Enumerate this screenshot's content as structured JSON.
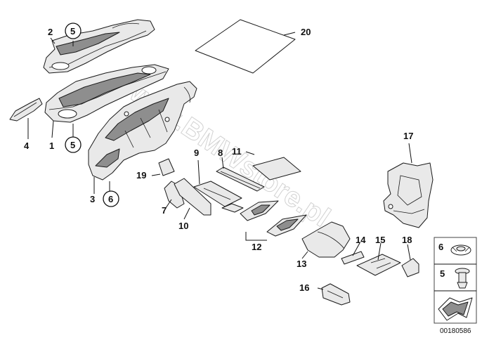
{
  "watermark": "www.BMWstore.pl",
  "reference_code": "00180586",
  "callouts": {
    "c1": "1",
    "c2": "2",
    "c3": "3",
    "c4": "4",
    "c5a": "5",
    "c5b": "5",
    "c6": "6",
    "c7": "7",
    "c8": "8",
    "c9": "9",
    "c10": "10",
    "c11": "11",
    "c12": "12",
    "c13": "13",
    "c14": "14",
    "c15": "15",
    "c16": "16",
    "c17": "17",
    "c18": "18",
    "c19": "19",
    "c20": "20"
  },
  "legend": {
    "item6": "6",
    "item5": "5"
  }
}
